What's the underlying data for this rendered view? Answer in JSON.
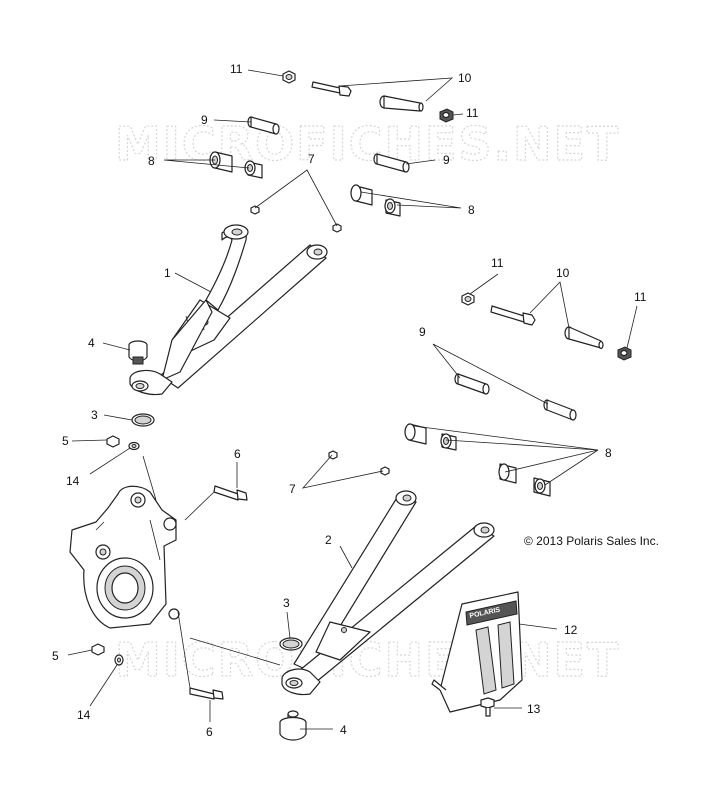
{
  "watermark": "MICROFICHES.NET",
  "copyright": "© 2013 Polaris Sales Inc.",
  "plate_logo": "POLARIS",
  "callouts": {
    "c1": "1",
    "c2": "2",
    "c3a": "3",
    "c3b": "3",
    "c4a": "4",
    "c4b": "4",
    "c5a": "5",
    "c5b": "5",
    "c6a": "6",
    "c6b": "6",
    "c7a": "7",
    "c7b": "7",
    "c8a": "8",
    "c8b": "8",
    "c8c": "8",
    "c9a": "9",
    "c9b": "9",
    "c9c": "9",
    "c10a": "10",
    "c10b": "10",
    "c11a": "11",
    "c11b": "11",
    "c11c": "11",
    "c11d": "11",
    "c12": "12",
    "c13": "13",
    "c14a": "14",
    "c14b": "14"
  }
}
